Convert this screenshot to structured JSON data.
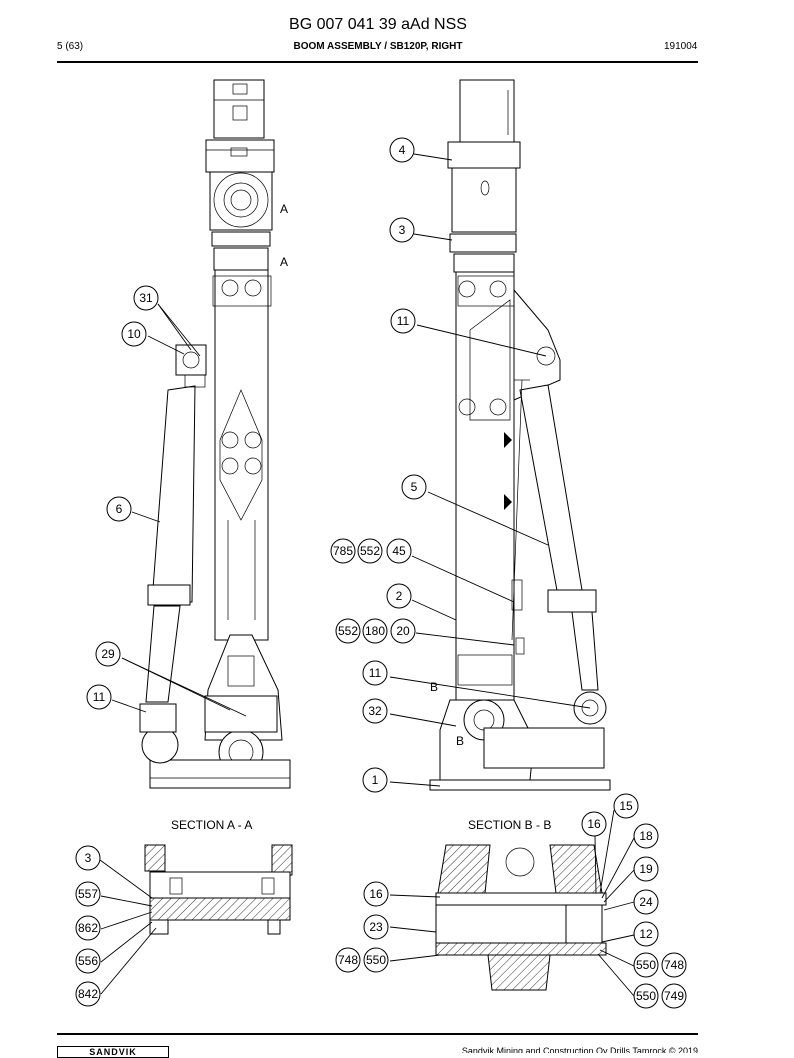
{
  "header": {
    "doc_number": "BG 007 041 39 aAd NSS",
    "page": "5 (63)",
    "assembly": "BOOM ASSEMBLY / SB120P, RIGHT",
    "date": "191004"
  },
  "footer": {
    "logo": "SANDVIK",
    "copyright": "Sandvik Mining and Construction Oy Drills Tamrock © 2019"
  },
  "sections": {
    "aa": "SECTION A - A",
    "bb": "SECTION B - B"
  },
  "markers": {
    "a1": "A",
    "a2": "A",
    "b1": "B",
    "b2": "B"
  },
  "callouts": {
    "c4": "4",
    "c3": "3",
    "c11a": "11",
    "c5": "5",
    "c785": "785",
    "c552a": "552",
    "c45": "45",
    "c2": "2",
    "c552b": "552",
    "c180": "180",
    "c20": "20",
    "c11b": "11",
    "c32": "32",
    "c1": "1",
    "c31": "31",
    "c10": "10",
    "c6": "6",
    "c29": "29",
    "c11c": "11",
    "s3": "3",
    "s557": "557",
    "s862": "862",
    "s556": "556",
    "s842": "842",
    "s16a": "16",
    "s23": "23",
    "s748a": "748",
    "s550a": "550",
    "s16b": "16",
    "s15": "15",
    "s18": "18",
    "s19": "19",
    "s24": "24",
    "s12": "12",
    "s550b": "550",
    "s748b": "748",
    "s550c": "550",
    "s749": "749"
  }
}
